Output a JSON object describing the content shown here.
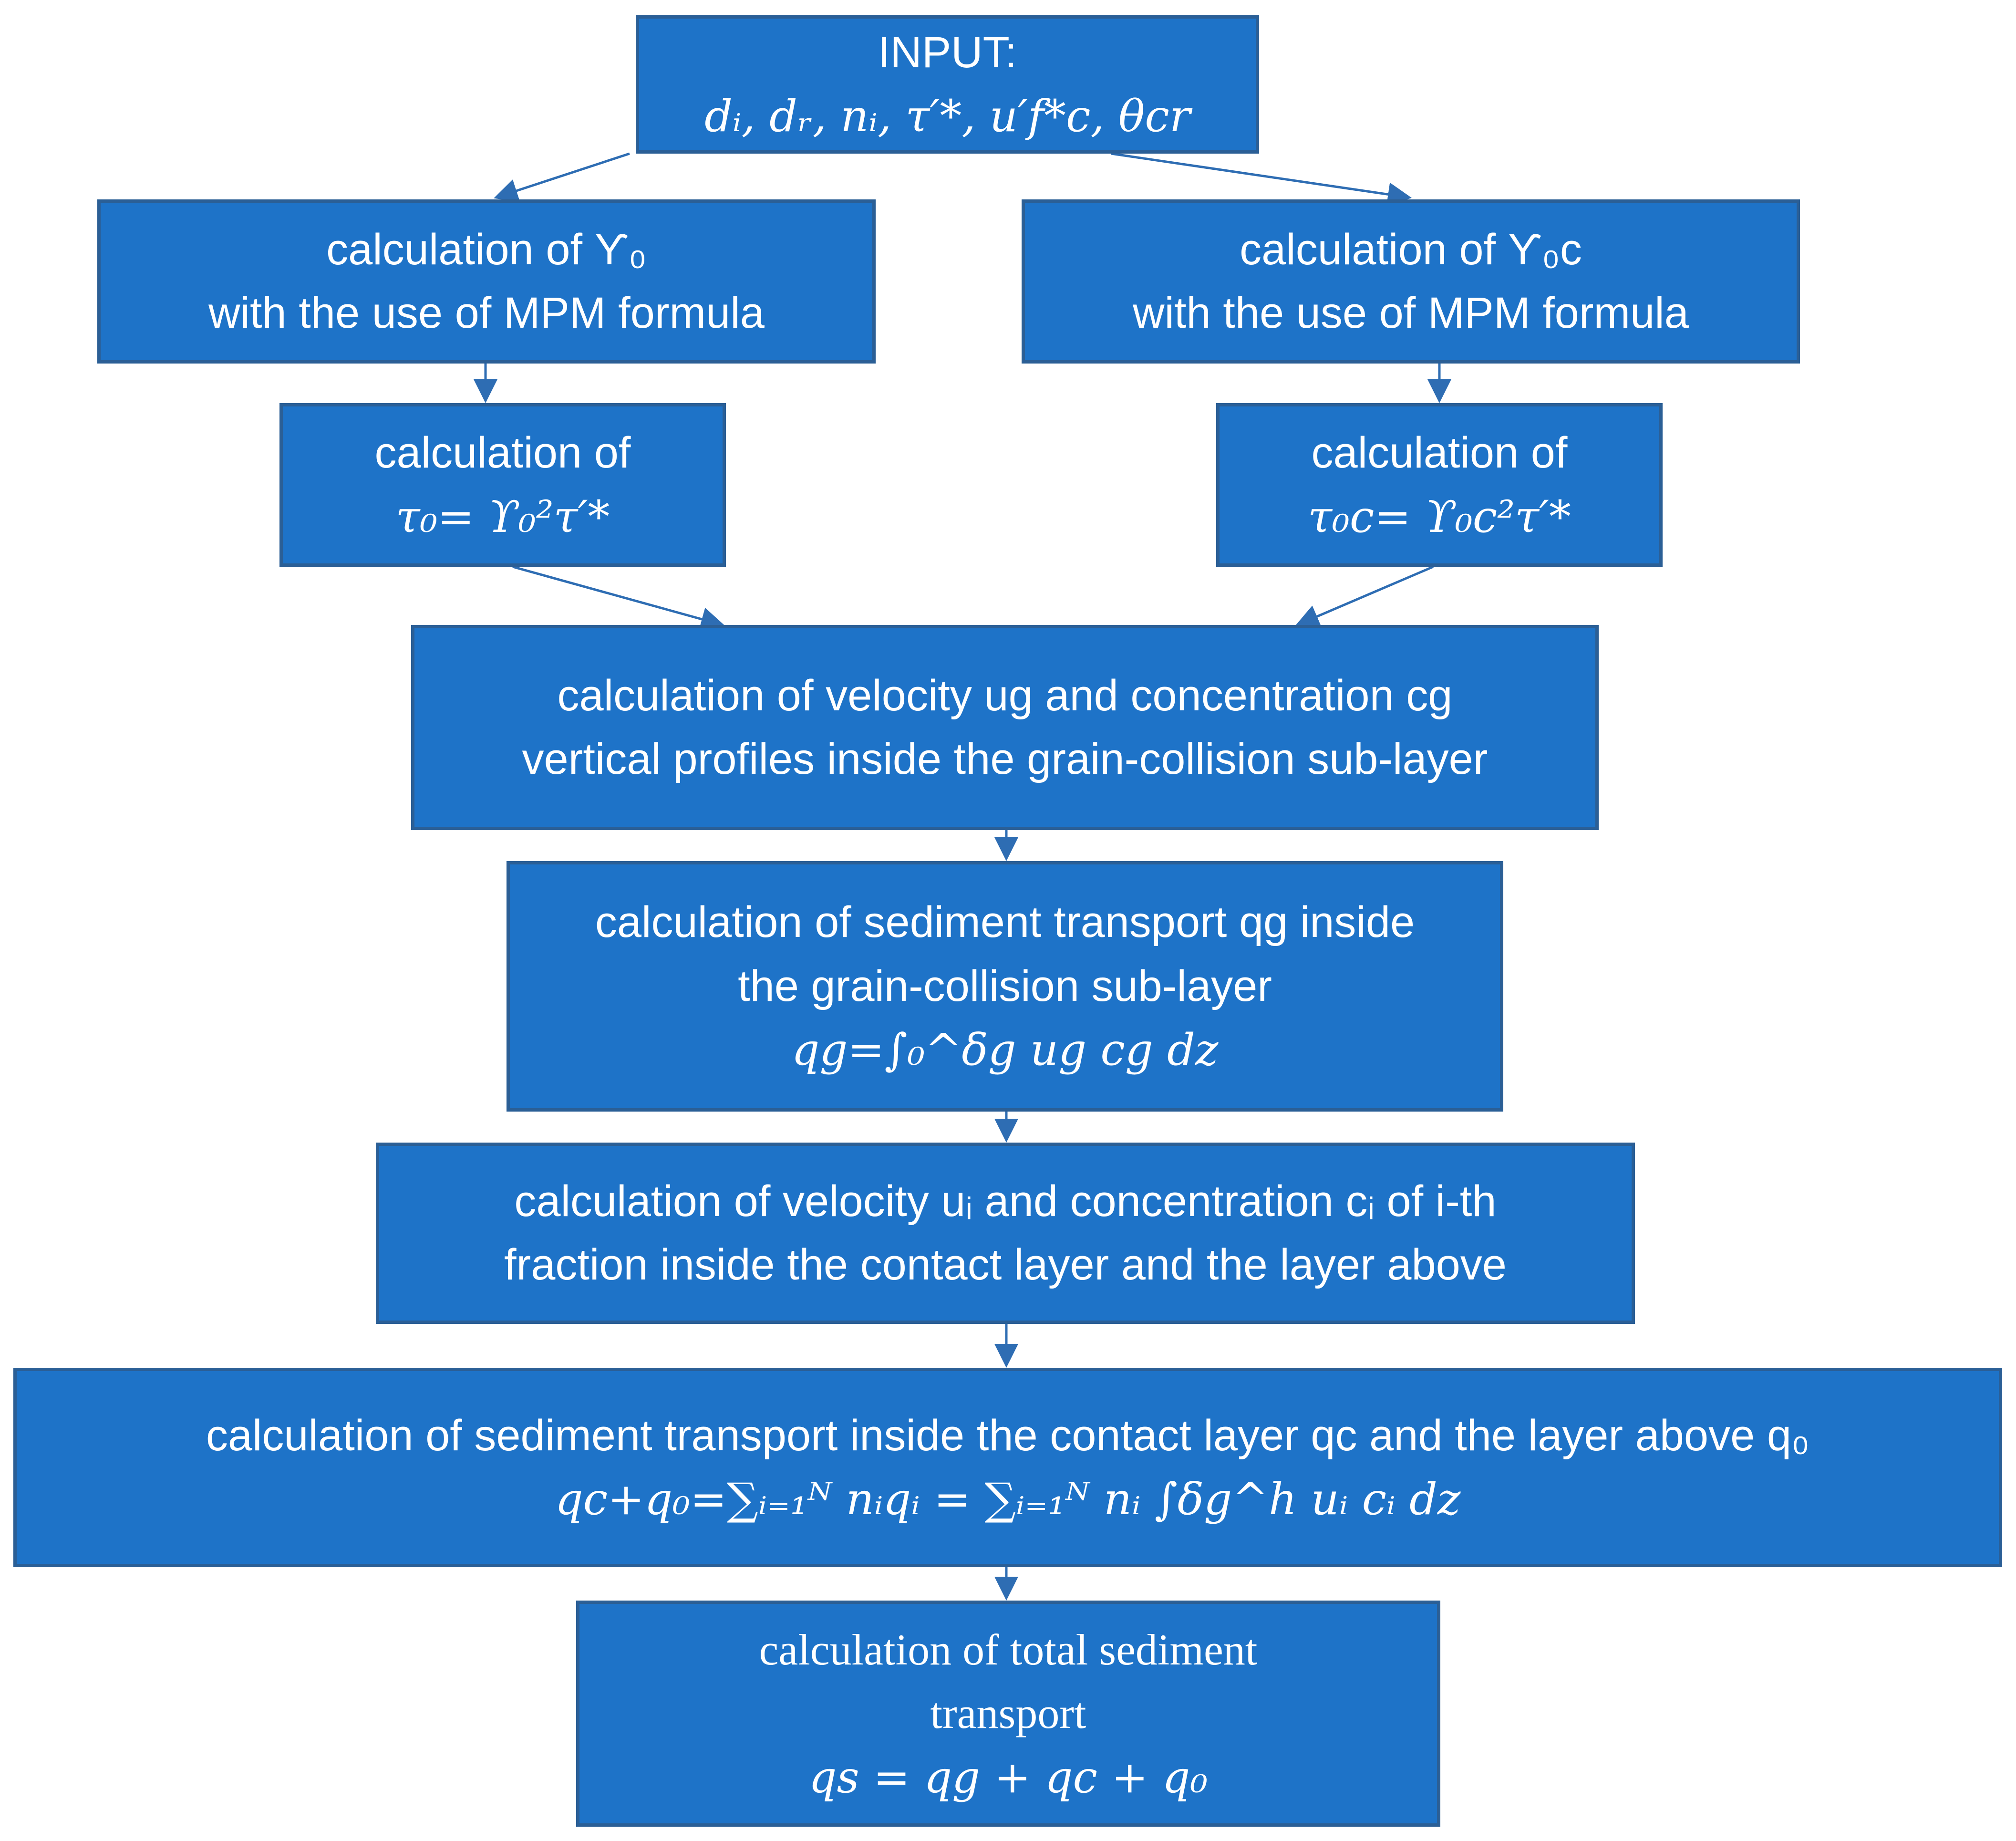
{
  "diagram": {
    "colors": {
      "box_fill": "#1e73c8",
      "box_border": "#2b5f96",
      "text": "#ffffff",
      "arrow": "#2e6db3"
    },
    "input_box": {
      "line1": "INPUT:",
      "line2": "dᵢ, dᵣ, nᵢ, τ′*, u′f*c, θcr"
    },
    "gamma0_box": {
      "line1": "calculation of ϒ₀",
      "line2": "with the use of MPM formula"
    },
    "gamma0c_box": {
      "line1": "calculation of ϒ₀c",
      "line2": "with the use of MPM formula"
    },
    "tau0_box": {
      "line1": "calculation of",
      "line2": "τ₀= ϒ₀²τ′*"
    },
    "tau0c_box": {
      "line1": "calculation of",
      "line2": "τ₀c= ϒ₀c²τ′*"
    },
    "profiles_box": {
      "line1": "calculation of velocity ug and concentration cg",
      "line2": "vertical profiles inside the grain-collision sub-layer"
    },
    "qg_box": {
      "line1": "calculation of sediment transport qg inside",
      "line2": "the grain-collision sub-layer",
      "line3": "qg=∫₀^δg ug cg dz"
    },
    "fraction_box": {
      "line1": "calculation of velocity uᵢ and concentration cᵢ of i-th",
      "line2": "fraction inside the contact layer and the layer above"
    },
    "qc_box": {
      "line1": "calculation of sediment transport inside the contact layer qc and the layer above q₀",
      "line2": "qc+q₀=∑ᵢ₌₁ᴺ nᵢqᵢ = ∑ᵢ₌₁ᴺ nᵢ ∫δg^h uᵢ cᵢ dz"
    },
    "total_box": {
      "line1": "calculation of total sediment",
      "line2": "transport",
      "line3": "qs = qg + qc + q₀"
    }
  }
}
